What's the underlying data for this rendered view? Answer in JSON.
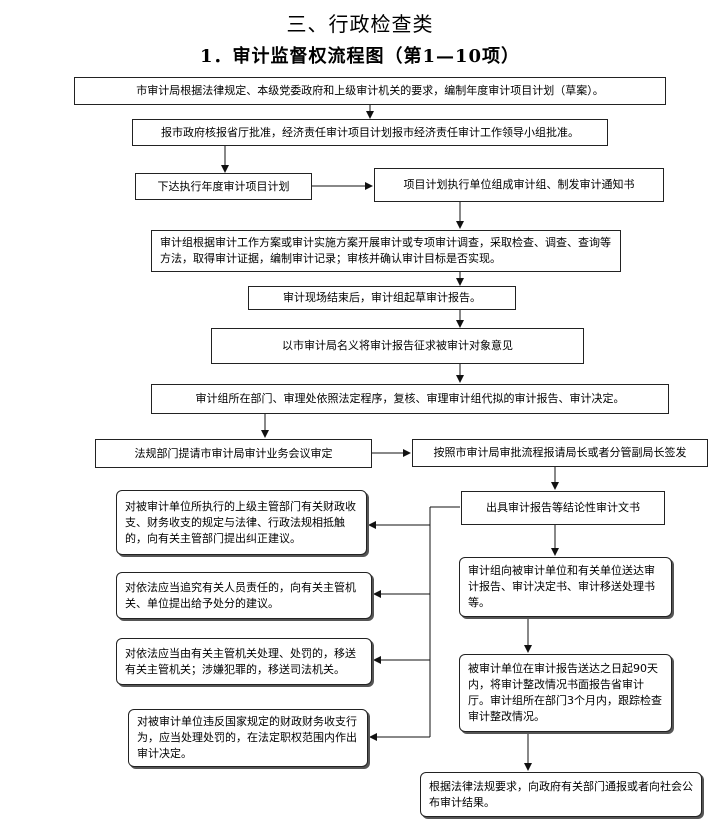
{
  "title": "三、行政检查类",
  "subtitle": "1．审计监督权流程图（第1—10项）",
  "steps": [
    "市审计局根据法律规定、本级党委政府和上级审计机关的要求，编制年度审计项目计划（草案）。",
    "报市政府核报省厅批准，经济责任审计项目计划报市经济责任审计工作领导小组批准。",
    "下达执行年度审计项目计划",
    "项目计划执行单位组成审计组、制发审计通知书",
    "审计组根据审计工作方案或审计实施方案开展审计或专项审计调查，采取检查、调查、查询等方法，取得审计证据，编制审计记录；审核并确认审计目标是否实现。",
    "审计现场结束后，审计组起草审计报告。",
    "以市审计局名义将审计报告征求被审计对象意见",
    "审计组所在部门、审理处依照法定程序，复核、审理审计组代拟的审计报告、审计决定。",
    "法规部门提请市审计局审计业务会议审定",
    "按照市审计局审批流程报请局长或者分管副局长签发",
    "出具审计报告等结论性审计文书",
    "对被审计单位所执行的上级主管部门有关财政收支、财务收支的规定与法律、行政法规相抵触的，向有关主管部门提出纠正建议。",
    "审计组向被审计单位和有关单位送达审计报告、审计决定书、审计移送处理书等。",
    "对依法应当追究有关人员责任的，向有关主管机关、单位提出给予处分的建议。",
    "对依法应当由有关主管机关处理、处罚的，移送有关主管机关；涉嫌犯罪的，移送司法机关。",
    "被审计单位在审计报告送达之日起90天内，将审计整改情况书面报告省审计厅。审计组所在部门3个月内，跟踪检查审计整改情况。",
    "对被审计单位违反国家规定的财政财务收支行为，应当处理处罚的，在法定职权范围内作出审计决定。",
    "根据法律法规要求，向政府有关部门通报或者向社会公布审计结果。"
  ]
}
